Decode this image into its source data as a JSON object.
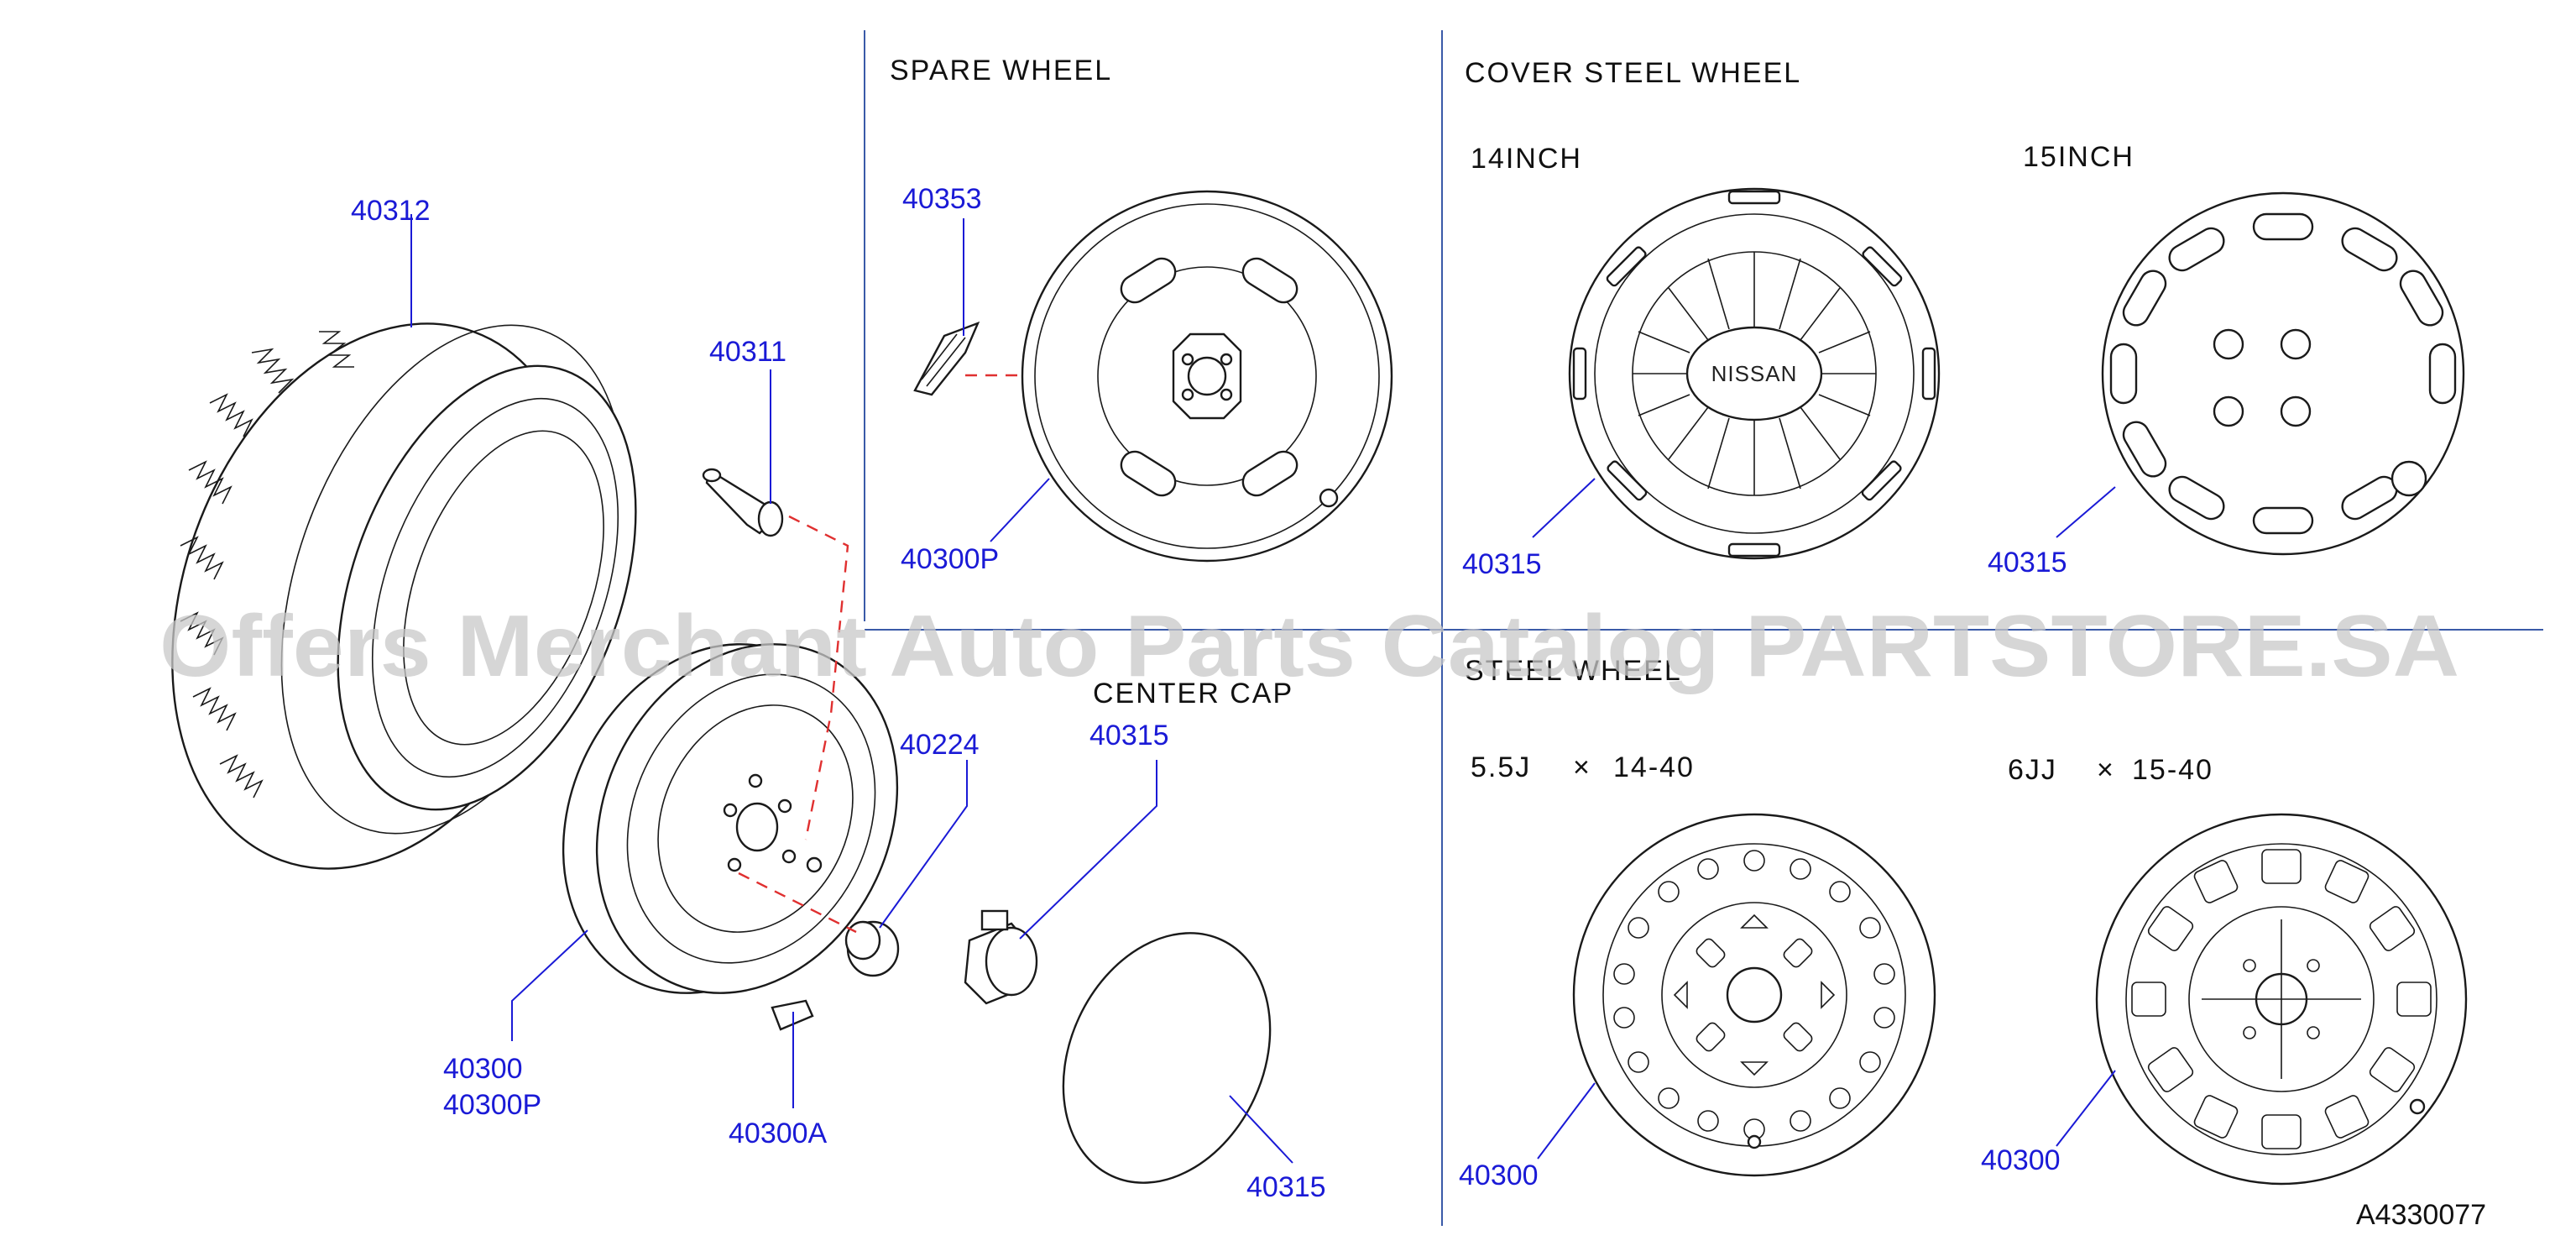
{
  "sections": {
    "spare_wheel": "SPARE   WHEEL",
    "cover_steel_wheel": "COVER   STEEL   WHEEL",
    "center_cap": "CENTER   CAP",
    "steel_wheel": "STEEL   WHEEL"
  },
  "sizes": {
    "cover_14": "14INCH",
    "cover_15": "15INCH",
    "steel_55j_x": "5.5J",
    "steel_55j_mult": "×",
    "steel_55j_spec": "14-40",
    "steel_6jj_x": "6JJ",
    "steel_6jj_mult": "×",
    "steel_6jj_spec": "15-40"
  },
  "parts": {
    "tire": "40312",
    "valve": "40311",
    "spare_patch": "40353",
    "spare_wheel": "40300P",
    "cover_14": "40315",
    "cover_15": "40315",
    "nut": "40224",
    "center_cap_top": "40315",
    "wheel_main_1": "40300",
    "wheel_main_2": "40300P",
    "weight": "40300A",
    "center_cap_bottom": "40315",
    "steel_55j": "40300",
    "steel_6jj": "40300"
  },
  "badge_text": "NISSAN",
  "diagram_id": "A4330077",
  "watermark": "Offers Merchant Auto Parts Catalog PARTSTORE.SA",
  "colors": {
    "label": "#1a1ad6",
    "leader": "#1a1ad6",
    "dashed_link": "#e03030",
    "divider": "#3a5aa8"
  }
}
